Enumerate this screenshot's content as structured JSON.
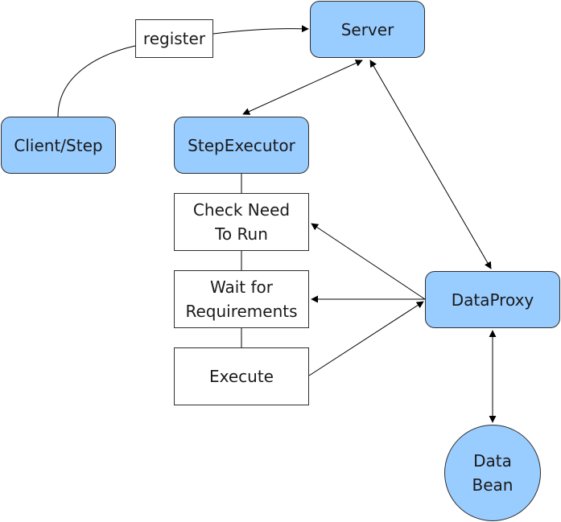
{
  "nodes": {
    "server": "Server",
    "register": "register",
    "client": "Client/Step",
    "stepexecutor": "StepExecutor",
    "check": "Check Need\nTo Run",
    "wait": "Wait for\nRequirements",
    "execute": "Execute",
    "dataproxy": "DataProxy",
    "databean": "Data\nBean"
  },
  "colors": {
    "node_fill": "#99ccff",
    "box_fill": "#ffffff",
    "stroke": "#1a1a1a"
  }
}
